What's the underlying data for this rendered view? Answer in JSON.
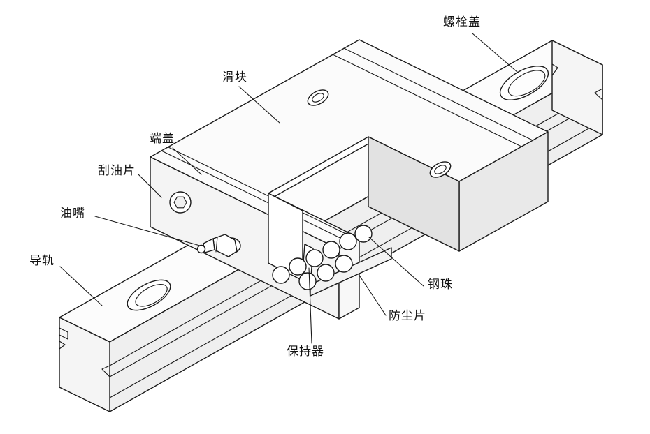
{
  "diagram": {
    "labels": {
      "bolt_cover": "螺栓盖",
      "slider": "滑块",
      "end_cap": "端盖",
      "oil_scraper": "刮油片",
      "oil_nipple": "油嘴",
      "guide_rail": "导轨",
      "steel_ball": "钢珠",
      "dust_plate": "防尘片",
      "retainer": "保持器"
    },
    "colors": {
      "line": "#1a1a1a",
      "background": "#ffffff"
    }
  }
}
